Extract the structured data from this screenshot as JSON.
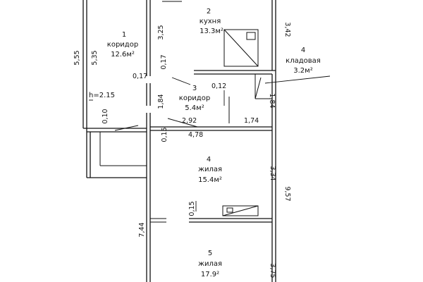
{
  "rooms": [
    {
      "number": "1",
      "name": "коридор",
      "area": "12.6м²"
    },
    {
      "number": "2",
      "name": "кухня",
      "area": "13.3м²"
    },
    {
      "number": "3",
      "name": "коридор",
      "area": "5.4м²"
    },
    {
      "number": "4",
      "name": "кладовая",
      "area": "3.2м²"
    },
    {
      "number": "4",
      "name": "жилая",
      "area": "15.4м²"
    },
    {
      "number": "5",
      "name": "жилая",
      "area": "17.9²"
    }
  ],
  "ceiling_height": "h=2.15",
  "dimensions": {
    "d_3_25": "3,25",
    "d_3_42": "3,42",
    "d_5_55": "5,55",
    "d_5_35": "5,35",
    "d_0_17_vert": "0,17",
    "d_0_17_horiz": "0,17",
    "d_0_12": "0,12",
    "d_1_84_left": "1,84",
    "d_1_84_right": "1,84",
    "d_0_10": "0,10",
    "d_0_15_upper": "0,15",
    "d_2_92": "2,92",
    "d_1_74": "1,74",
    "d_4_78": "4,78",
    "d_3_34": "3,34",
    "d_9_57": "9,57",
    "d_0_15_lower": "0,15",
    "d_7_44": "7,44",
    "d_3_75": "3,75"
  }
}
